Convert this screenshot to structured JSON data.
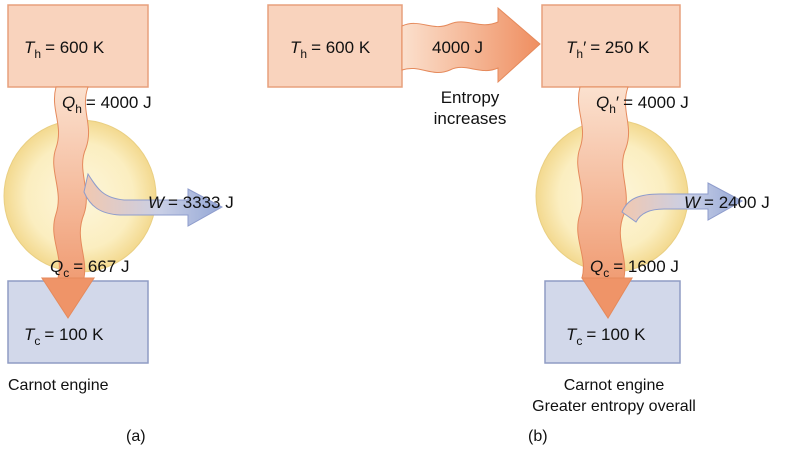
{
  "panel_a": {
    "hot_reservoir": {
      "symbol": "T",
      "subscript": "h",
      "value": "= 600  K"
    },
    "heat_in": {
      "symbol": "Q",
      "subscript": "h",
      "value": "= 4000  J"
    },
    "work": {
      "symbol": "W",
      "value": "= 3333  J"
    },
    "heat_out": {
      "symbol": "Q",
      "subscript": "c",
      "value": "= 667  J"
    },
    "cold_reservoir": {
      "symbol": "T",
      "subscript": "c",
      "value": "= 100  K"
    },
    "caption": "Carnot engine",
    "label": "(a)"
  },
  "panel_b": {
    "hot_reservoir": {
      "symbol": "T",
      "subscript": "h",
      "value": "= 600  K"
    },
    "transfer": {
      "value": "4000  J",
      "note_line1": "Entropy",
      "note_line2": "increases"
    },
    "intermediate_reservoir": {
      "symbol": "T",
      "subscript": "h",
      "prime": "′",
      "value": "= 250  K"
    },
    "heat_in": {
      "symbol": "Q",
      "subscript": "h",
      "prime": "′",
      "value": "= 4000  J"
    },
    "work": {
      "symbol": "W",
      "value": "= 2400  J"
    },
    "heat_out": {
      "symbol": "Q",
      "subscript": "c",
      "value": "= 1600  J"
    },
    "cold_reservoir": {
      "symbol": "T",
      "subscript": "c",
      "value": "= 100  K"
    },
    "caption_line1": "Carnot engine",
    "caption_line2": "Greater entropy overall",
    "label": "(b)"
  },
  "colors": {
    "hot_fill": "#f9d3bd",
    "hot_stroke": "#e7a07d",
    "cold_fill": "#d2d8ea",
    "cold_stroke": "#8f9cc4",
    "heat_arrow": "#ef9468",
    "work_arrow": "#a7b7dc",
    "engine_glow": "#fbe7a4"
  }
}
